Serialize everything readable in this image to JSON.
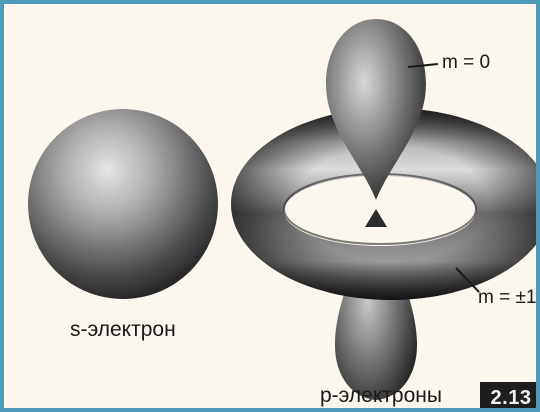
{
  "labels": {
    "m_zero": "m = 0",
    "m_pm_one": "m = ±1",
    "s_electron": "s-электрон",
    "p_electrons": "p-электроны",
    "figure_number": "2.13"
  },
  "colors": {
    "frame_border": "#4f9ab8",
    "background": "#fbf7ef",
    "badge_background": "#1e1e1e"
  }
}
